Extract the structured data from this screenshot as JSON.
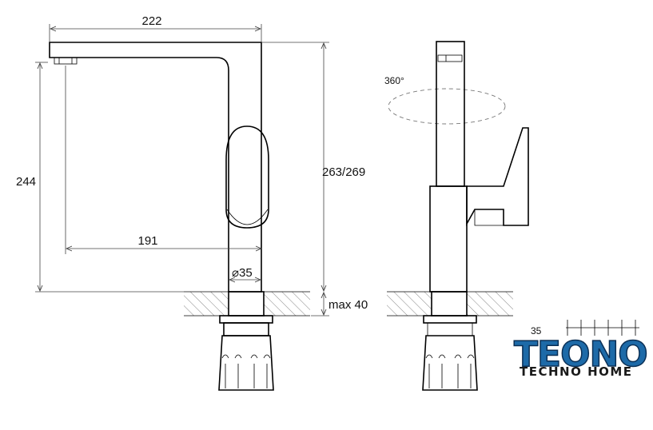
{
  "dimensions": {
    "spout_length": "222",
    "total_height": "244",
    "spout_reach": "191",
    "body_height": "263/269",
    "body_diameter": "⌀35",
    "max_thickness": "max 40",
    "rotation": "360°",
    "partial_label": "35"
  },
  "logo": {
    "brand": "TEONO",
    "tagline": "TECHNO HOME"
  }
}
